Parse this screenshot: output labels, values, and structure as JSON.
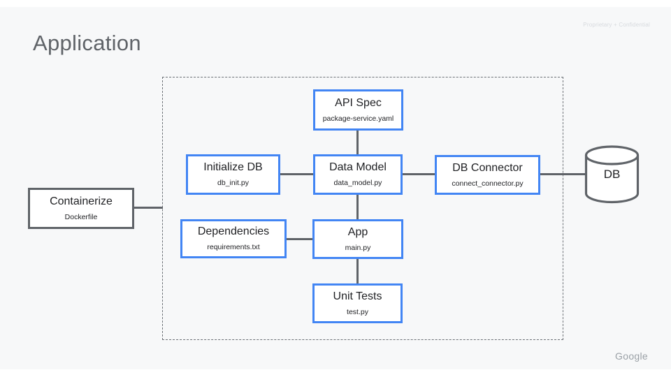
{
  "slide": {
    "title": "Application",
    "watermark": "Proprietary + Confidential",
    "brand": "Google"
  },
  "colors": {
    "accent_blue": "#4285f4",
    "line_gray": "#5f6368",
    "slide_background": "#f7f8f9",
    "title_gray": "#5f6368"
  },
  "diagram": {
    "nodes": [
      {
        "id": "api-spec",
        "title": "API Spec",
        "subtitle": "package-service.yaml",
        "style": "blue"
      },
      {
        "id": "initialize-db",
        "title": "Initialize DB",
        "subtitle": "db_init.py",
        "style": "blue"
      },
      {
        "id": "data-model",
        "title": "Data Model",
        "subtitle": "data_model.py",
        "style": "blue"
      },
      {
        "id": "db-connector",
        "title": "DB Connector",
        "subtitle": "connect_connector.py",
        "style": "blue"
      },
      {
        "id": "containerize",
        "title": "Containerize",
        "subtitle": "Dockerfile",
        "style": "gray"
      },
      {
        "id": "dependencies",
        "title": "Dependencies",
        "subtitle": "requirements.txt",
        "style": "blue"
      },
      {
        "id": "app",
        "title": "App",
        "subtitle": "main.py",
        "style": "blue"
      },
      {
        "id": "unit-tests",
        "title": "Unit Tests",
        "subtitle": "test.py",
        "style": "blue"
      }
    ],
    "database": {
      "label": "DB"
    },
    "connections": [
      "api-spec -> data-model",
      "initialize-db -> data-model",
      "data-model -> db-connector",
      "db-connector -> db",
      "containerize -> boundary",
      "dependencies -> app",
      "data-model -> app",
      "app -> unit-tests"
    ]
  }
}
